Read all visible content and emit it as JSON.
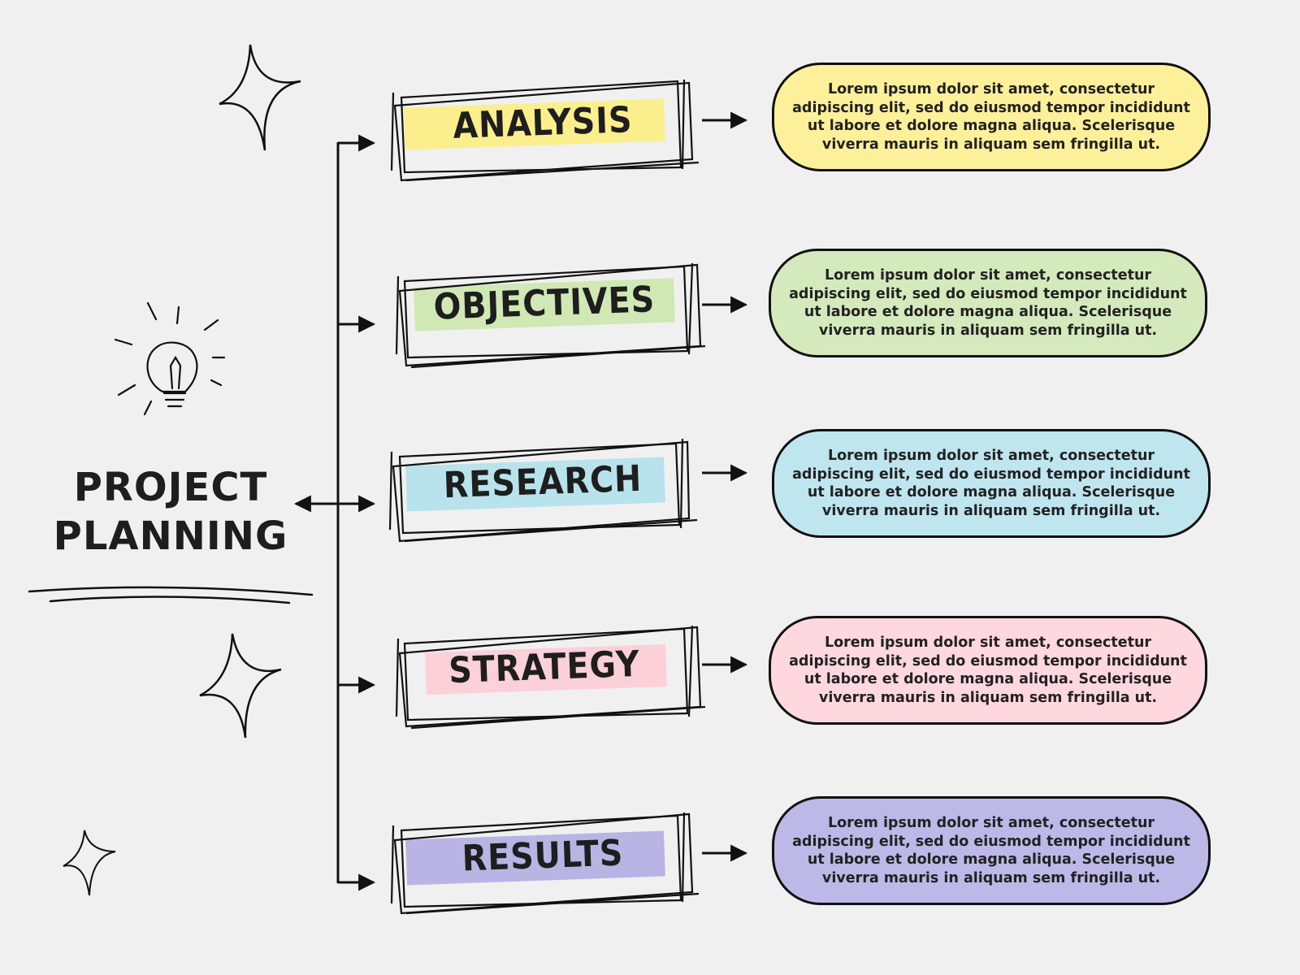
{
  "title": {
    "line1": "PROJECT",
    "line2": "PLANNING"
  },
  "steps": [
    {
      "label": "ANALYSIS",
      "description": "Lorem ipsum dolor sit amet, consectetur adipiscing elit, sed do eiusmod tempor incididunt ut labore et dolore magna aliqua. Scelerisque viverra mauris in aliquam sem fringilla ut.",
      "highlight_color": "#fbee8c",
      "box_color": "#fdf09a"
    },
    {
      "label": "OBJECTIVES",
      "description": "Lorem ipsum dolor sit amet, consectetur adipiscing elit, sed do eiusmod tempor incididunt ut labore et dolore magna aliqua. Scelerisque viverra mauris in aliquam sem fringilla ut.",
      "highlight_color": "#cfe8b4",
      "box_color": "#d5eabc"
    },
    {
      "label": "RESEARCH",
      "description": "Lorem ipsum dolor sit amet, consectetur adipiscing elit, sed do eiusmod tempor incididunt ut labore et dolore magna aliqua. Scelerisque viverra mauris in aliquam sem fringilla ut.",
      "highlight_color": "#b8e2ec",
      "box_color": "#bfe5ef"
    },
    {
      "label": "STRATEGY",
      "description": "Lorem ipsum dolor sit amet, consectetur adipiscing elit, sed do eiusmod tempor incididunt ut labore et dolore magna aliqua. Scelerisque viverra mauris in aliquam sem fringilla ut.",
      "highlight_color": "#fbd0d8",
      "box_color": "#fed8de"
    },
    {
      "label": "RESULTS",
      "description": "Lorem ipsum dolor sit amet, consectetur adipiscing elit, sed do eiusmod tempor incididunt ut labore et dolore magna aliqua. Scelerisque viverra mauris in aliquam sem fringilla ut.",
      "highlight_color": "#b9b4e4",
      "box_color": "#bdb8e8"
    }
  ],
  "icons": {
    "idea": "lightbulb-icon",
    "decoration": "sparkle-icon"
  }
}
